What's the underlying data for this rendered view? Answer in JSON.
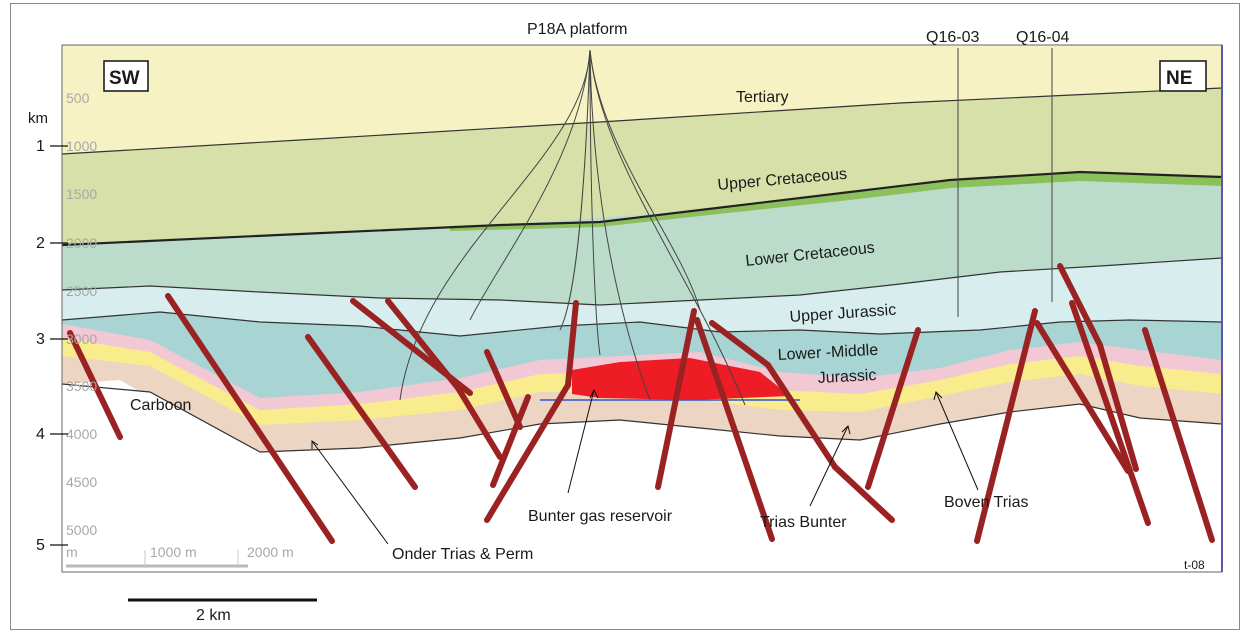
{
  "platform_label": "P18A platform",
  "well_labels": [
    "Q16-03",
    "Q16-04"
  ],
  "orientation": {
    "left": "SW",
    "right": "NE"
  },
  "km_axis": {
    "unit": "km",
    "ticks": [
      "1",
      "2",
      "3",
      "4",
      "5"
    ]
  },
  "depth_ticks": [
    "500",
    "1000",
    "1500",
    "2000",
    "2500",
    "3000",
    "3500",
    "4000",
    "4500",
    "5000"
  ],
  "distance_scale": {
    "unit": "m",
    "labels": [
      "1000 m",
      "2000 m"
    ]
  },
  "bottom_scale_label": "2 km",
  "figure_code": "t-08",
  "layers": {
    "tertiary": "Tertiary",
    "upper_cretaceous": "Upper Cretaceous",
    "lower_cretaceous": "Lower Cretaceous",
    "upper_jurassic": "Upper Jurassic",
    "lower_middle_jurassic_1": "Lower -Middle",
    "lower_middle_jurassic_2": "Jurassic",
    "carboon": "Carboon"
  },
  "annotations": {
    "bunter_gas_reservoir": "Bunter gas reservoir",
    "trias_bunter": "Trias Bunter",
    "boven_trias": "Boven Trias",
    "onder_trias_perm": "Onder Trias & Perm"
  },
  "colors": {
    "tertiary": "#f6f2c4",
    "upper_cretaceous": "#d7e0a9",
    "marker_green": "#8cc05a",
    "lower_cretaceous": "#bcdccb",
    "upper_jurassic": "#d8eeee",
    "lower_middle_jurassic": "#a8d4d4",
    "pink": "#f2c8d4",
    "yellow": "#f8ec8c",
    "tan": "#ecd5c2",
    "gas": "#ee1c24",
    "fault": "#9b2222"
  }
}
